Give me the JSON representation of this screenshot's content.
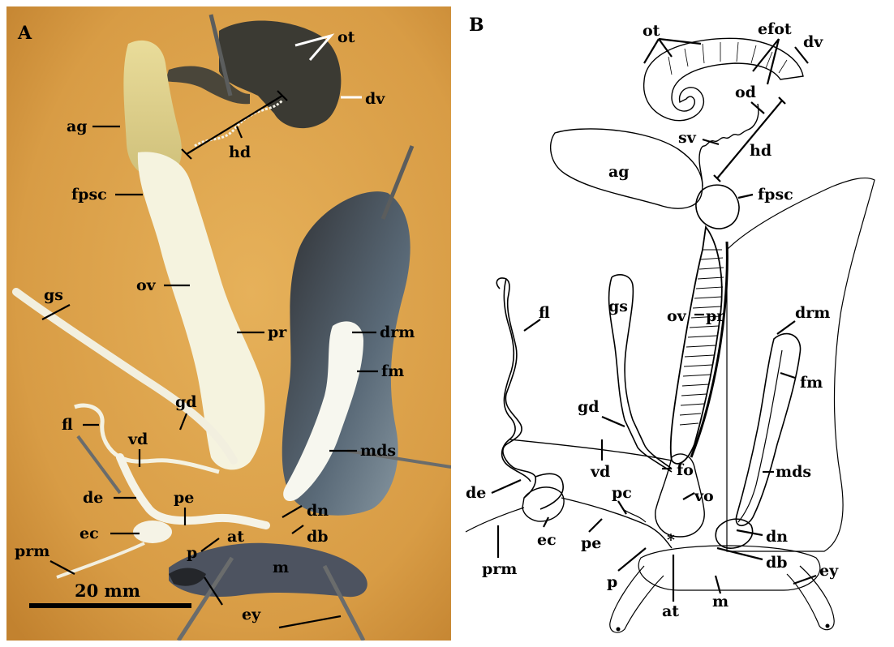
{
  "panels": [
    {
      "letter": "A",
      "labels": {
        "ot": "ot",
        "dv": "dv",
        "ag": "ag",
        "hd": "hd",
        "fpsc": "fpsc",
        "ov": "ov",
        "gs": "gs",
        "pr": "pr",
        "drm": "drm",
        "fm": "fm",
        "gd": "gd",
        "fl": "fl",
        "vd": "vd",
        "mds": "mds",
        "de": "de",
        "pe": "pe",
        "dn": "dn",
        "ec": "ec",
        "at": "at",
        "db": "db",
        "p": "p",
        "prm": "prm",
        "m": "m",
        "ey": "ey"
      },
      "scale_bar": "20 mm"
    },
    {
      "letter": "B",
      "labels": {
        "ot": "ot",
        "efot": "efot",
        "dv": "dv",
        "od": "od",
        "sv": "sv",
        "hd": "hd",
        "ag": "ag",
        "fpsc": "fpsc",
        "gs": "gs",
        "fl": "fl",
        "ov": "ov",
        "pr": "pr",
        "drm": "drm",
        "fm": "fm",
        "gd": "gd",
        "vd": "vd",
        "fo": "fo",
        "mds": "mds",
        "de": "de",
        "pc": "pc",
        "vo": "vo",
        "ec": "ec",
        "pe": "pe",
        "star": "*",
        "dn": "dn",
        "prm": "prm",
        "p": "p",
        "db": "db",
        "ey": "ey",
        "m": "m",
        "at": "at"
      }
    }
  ],
  "colors": {
    "background_A": "#d9a14a",
    "tissue_white": "#f4f2dc",
    "tissue_dark": "#3d3e44",
    "drawing_ink": "#000000"
  }
}
